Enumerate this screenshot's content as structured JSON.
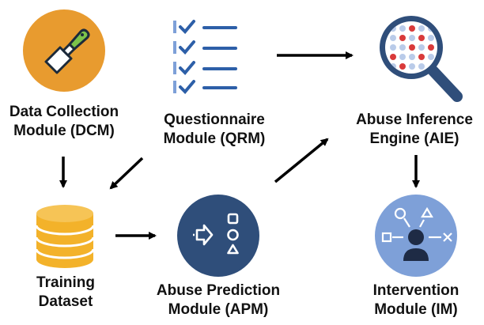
{
  "nodes": {
    "dcm": {
      "line1": "Data Collection",
      "line2": "Module (DCM)"
    },
    "qrm": {
      "line1": "Questionnaire",
      "line2": "Module (QRM)"
    },
    "aie": {
      "line1": "Abuse Inference",
      "line2": "Engine (AIE)"
    },
    "training": {
      "line1": "Training",
      "line2": "Dataset"
    },
    "apm": {
      "line1": "Abuse Prediction",
      "line2": "Module (APM)"
    },
    "im": {
      "line1": "Intervention",
      "line2": "Module (IM)"
    }
  },
  "colors": {
    "dcm_circle": "#e89b2f",
    "apm_circle": "#2f4e7a",
    "im_circle": "#7ea0d8",
    "database": "#f3b22a",
    "accent_blue": "#2d5fa8",
    "accent_red": "#d93a3a",
    "text": "#111111"
  },
  "icons": {
    "dcm": "scraper-icon",
    "qrm": "checklist-icon",
    "aie": "magnifier-icon",
    "training": "database-icon",
    "apm": "flow-shapes-icon",
    "im": "person-options-icon"
  }
}
